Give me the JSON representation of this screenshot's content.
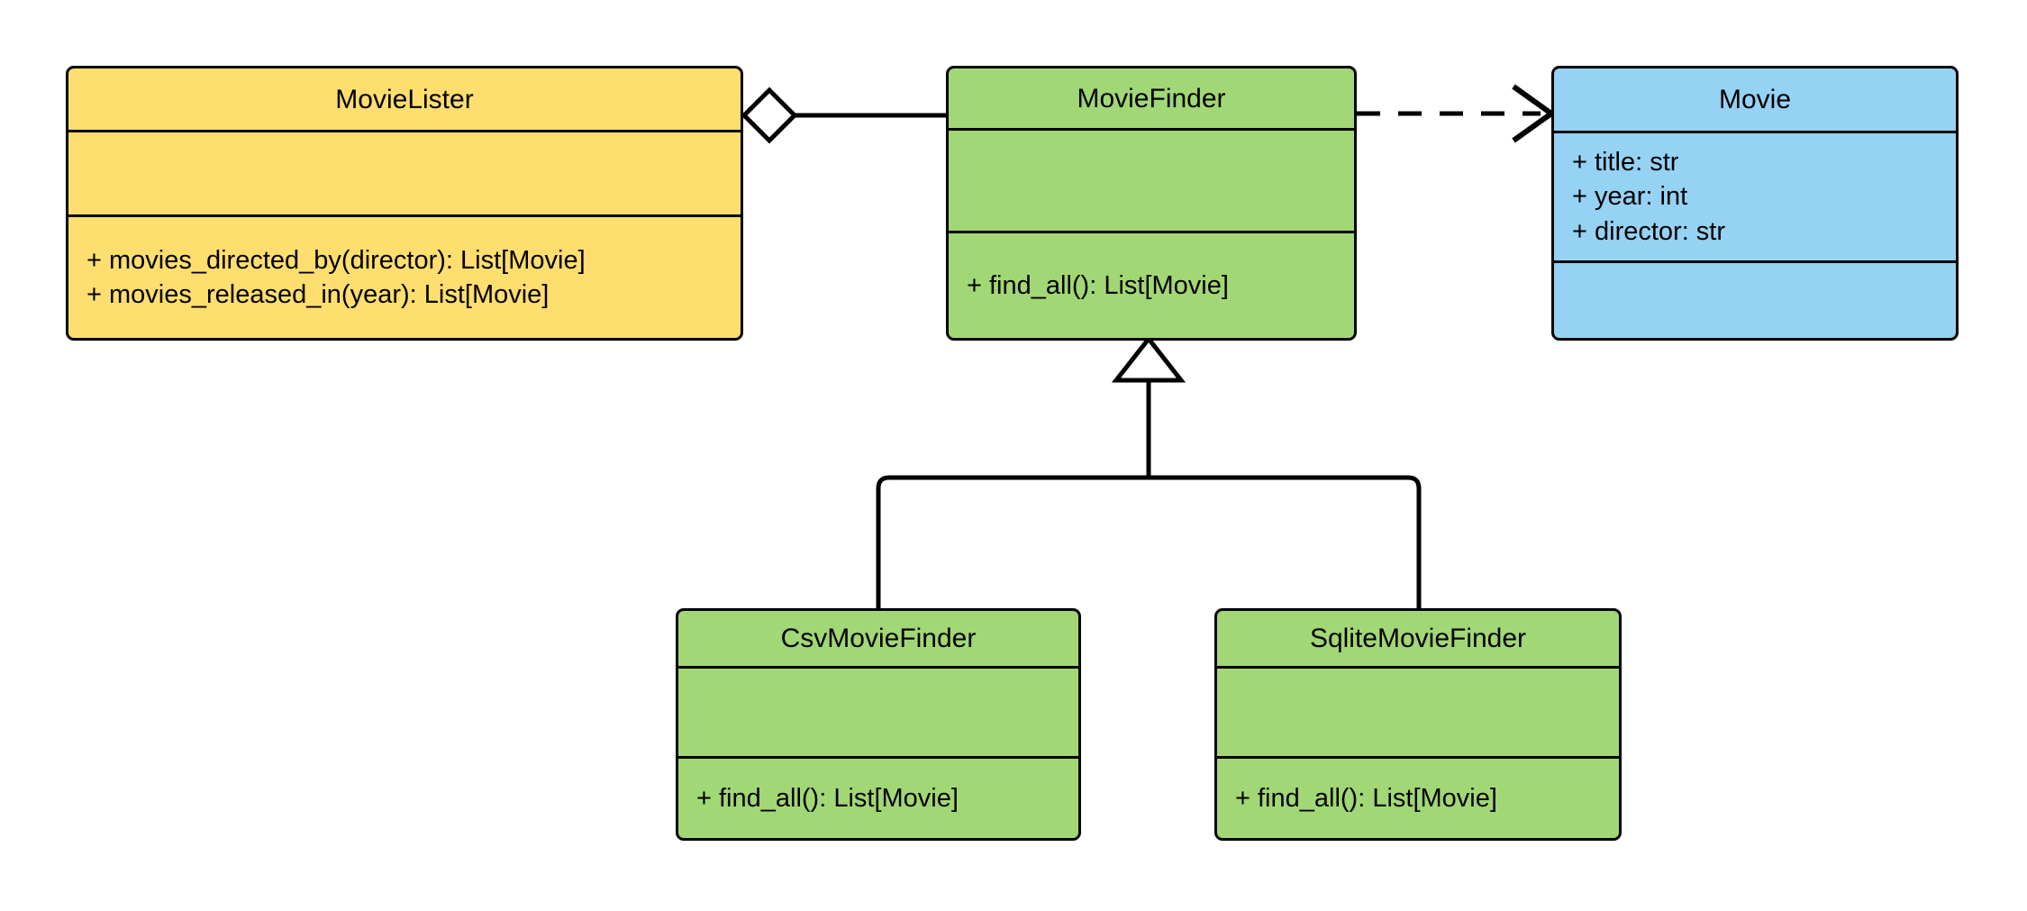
{
  "diagram": {
    "kind": "uml-class-diagram",
    "background": "#ffffff",
    "stroke": "#000000"
  },
  "palette": {
    "yellow": "#FFDE70",
    "green": "#A2D775",
    "blue": "#95D2F3",
    "white": "#ffffff",
    "black": "#000000"
  },
  "classes": [
    {
      "id": "movie-lister",
      "name": "MovieLister",
      "fill": "#FFDE70",
      "attributes": [],
      "methods": [
        "+ movies_directed_by(director): List[Movie]",
        "+ movies_released_in(year): List[Movie]"
      ]
    },
    {
      "id": "movie-finder",
      "name": "MovieFinder",
      "fill": "#A2D775",
      "attributes": [],
      "methods": [
        "+ find_all(): List[Movie]"
      ]
    },
    {
      "id": "movie",
      "name": "Movie",
      "fill": "#95D2F3",
      "attributes": [
        "+ title: str",
        "+ year: int",
        "+ director: str"
      ],
      "methods": []
    },
    {
      "id": "csv-movie-finder",
      "name": "CsvMovieFinder",
      "fill": "#A2D775",
      "attributes": [],
      "methods": [
        "+ find_all(): List[Movie]"
      ]
    },
    {
      "id": "sqlite-movie-finder",
      "name": "SqliteMovieFinder",
      "fill": "#A2D775",
      "attributes": [],
      "methods": [
        "+ find_all(): List[Movie]"
      ]
    }
  ],
  "relationships": [
    {
      "id": "aggregation-lister-finder",
      "type": "aggregation",
      "from": "MovieLister",
      "to": "MovieFinder",
      "line": "solid",
      "marker": "hollow-diamond",
      "marker_end": "from"
    },
    {
      "id": "dependency-finder-movie",
      "type": "dependency",
      "from": "MovieFinder",
      "to": "Movie",
      "line": "dashed",
      "marker": "open-arrow",
      "marker_end": "to"
    },
    {
      "id": "inheritance-csv-finder",
      "type": "inheritance",
      "from": "CsvMovieFinder",
      "to": "MovieFinder",
      "line": "solid",
      "marker": "hollow-triangle",
      "marker_end": "to"
    },
    {
      "id": "inheritance-sqlite-finder",
      "type": "inheritance",
      "from": "SqliteMovieFinder",
      "to": "MovieFinder",
      "line": "solid",
      "marker": "hollow-triangle",
      "marker_end": "to"
    }
  ]
}
